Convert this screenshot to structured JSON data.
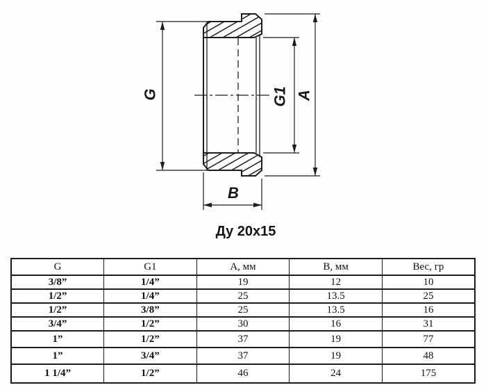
{
  "drawing": {
    "caption": "Ду 20х15",
    "labels": {
      "g": "G",
      "g1": "G1",
      "a": "A",
      "b": "B"
    },
    "line_color": "#1c1c1c"
  },
  "table": {
    "headers": [
      "G",
      "G1",
      "А, мм",
      "В, мм",
      "Вес, гр"
    ],
    "rows": [
      [
        "3/8”",
        "1/4”",
        "19",
        "12",
        "10"
      ],
      [
        "1/2”",
        "1/4”",
        "25",
        "13.5",
        "25"
      ],
      [
        "1/2”",
        "3/8”",
        "25",
        "13.5",
        "16"
      ],
      [
        "3/4”",
        "1/2”",
        "30",
        "16",
        "31"
      ],
      [
        "1”",
        "1/2”",
        "37",
        "19",
        "77"
      ],
      [
        "1”",
        "3/4”",
        "37",
        "19",
        "48"
      ],
      [
        "1 1/4”",
        "1/2”",
        "46",
        "24",
        "175"
      ]
    ]
  }
}
